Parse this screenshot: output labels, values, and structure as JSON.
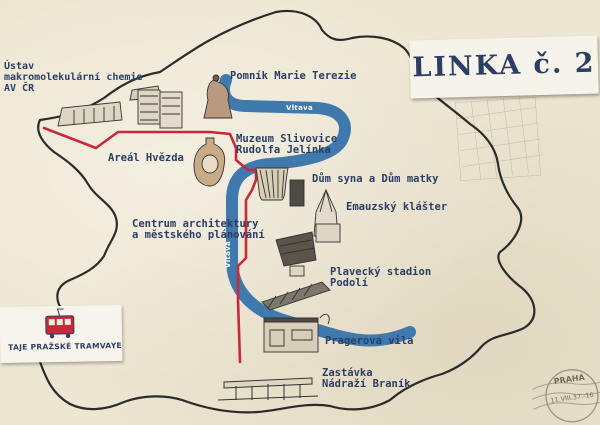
{
  "title": "LINKA č. 2",
  "brand": "TAJE PRAŽSKÉ TRAMVAYE",
  "river": "Vltava",
  "stamp": {
    "city": "PRAHA",
    "date": "11.VIII.37.-16"
  },
  "stops": [
    {
      "id": "ustav",
      "label_lines": [
        "Ústav",
        "makromolekulární chemie",
        "AV ČR"
      ]
    },
    {
      "id": "pomnik",
      "label_lines": [
        "Pomník Marie Terezie"
      ]
    },
    {
      "id": "hvezda",
      "label_lines": [
        "Areál Hvězda"
      ]
    },
    {
      "id": "muzeum",
      "label_lines": [
        "Muzeum Slivovice",
        "Rudolfa Jelínka"
      ]
    },
    {
      "id": "dum",
      "label_lines": [
        "Dům syna a Dům matky"
      ]
    },
    {
      "id": "emauzy",
      "label_lines": [
        "Emauzský klášter"
      ]
    },
    {
      "id": "centrum",
      "label_lines": [
        "Centrum architektury",
        "a městského plánování"
      ]
    },
    {
      "id": "plavecky",
      "label_lines": [
        "Plavecký stadion",
        "Podolí"
      ]
    },
    {
      "id": "pragerova",
      "label_lines": [
        "Pragerova vila"
      ]
    },
    {
      "id": "branik",
      "label_lines": [
        "Zastávka",
        "Nádraží Braník"
      ]
    }
  ],
  "colors": {
    "route": "#c8283a",
    "river": "#3f79ae",
    "ink": "#2c3e63",
    "border": "#2b2b2b"
  }
}
